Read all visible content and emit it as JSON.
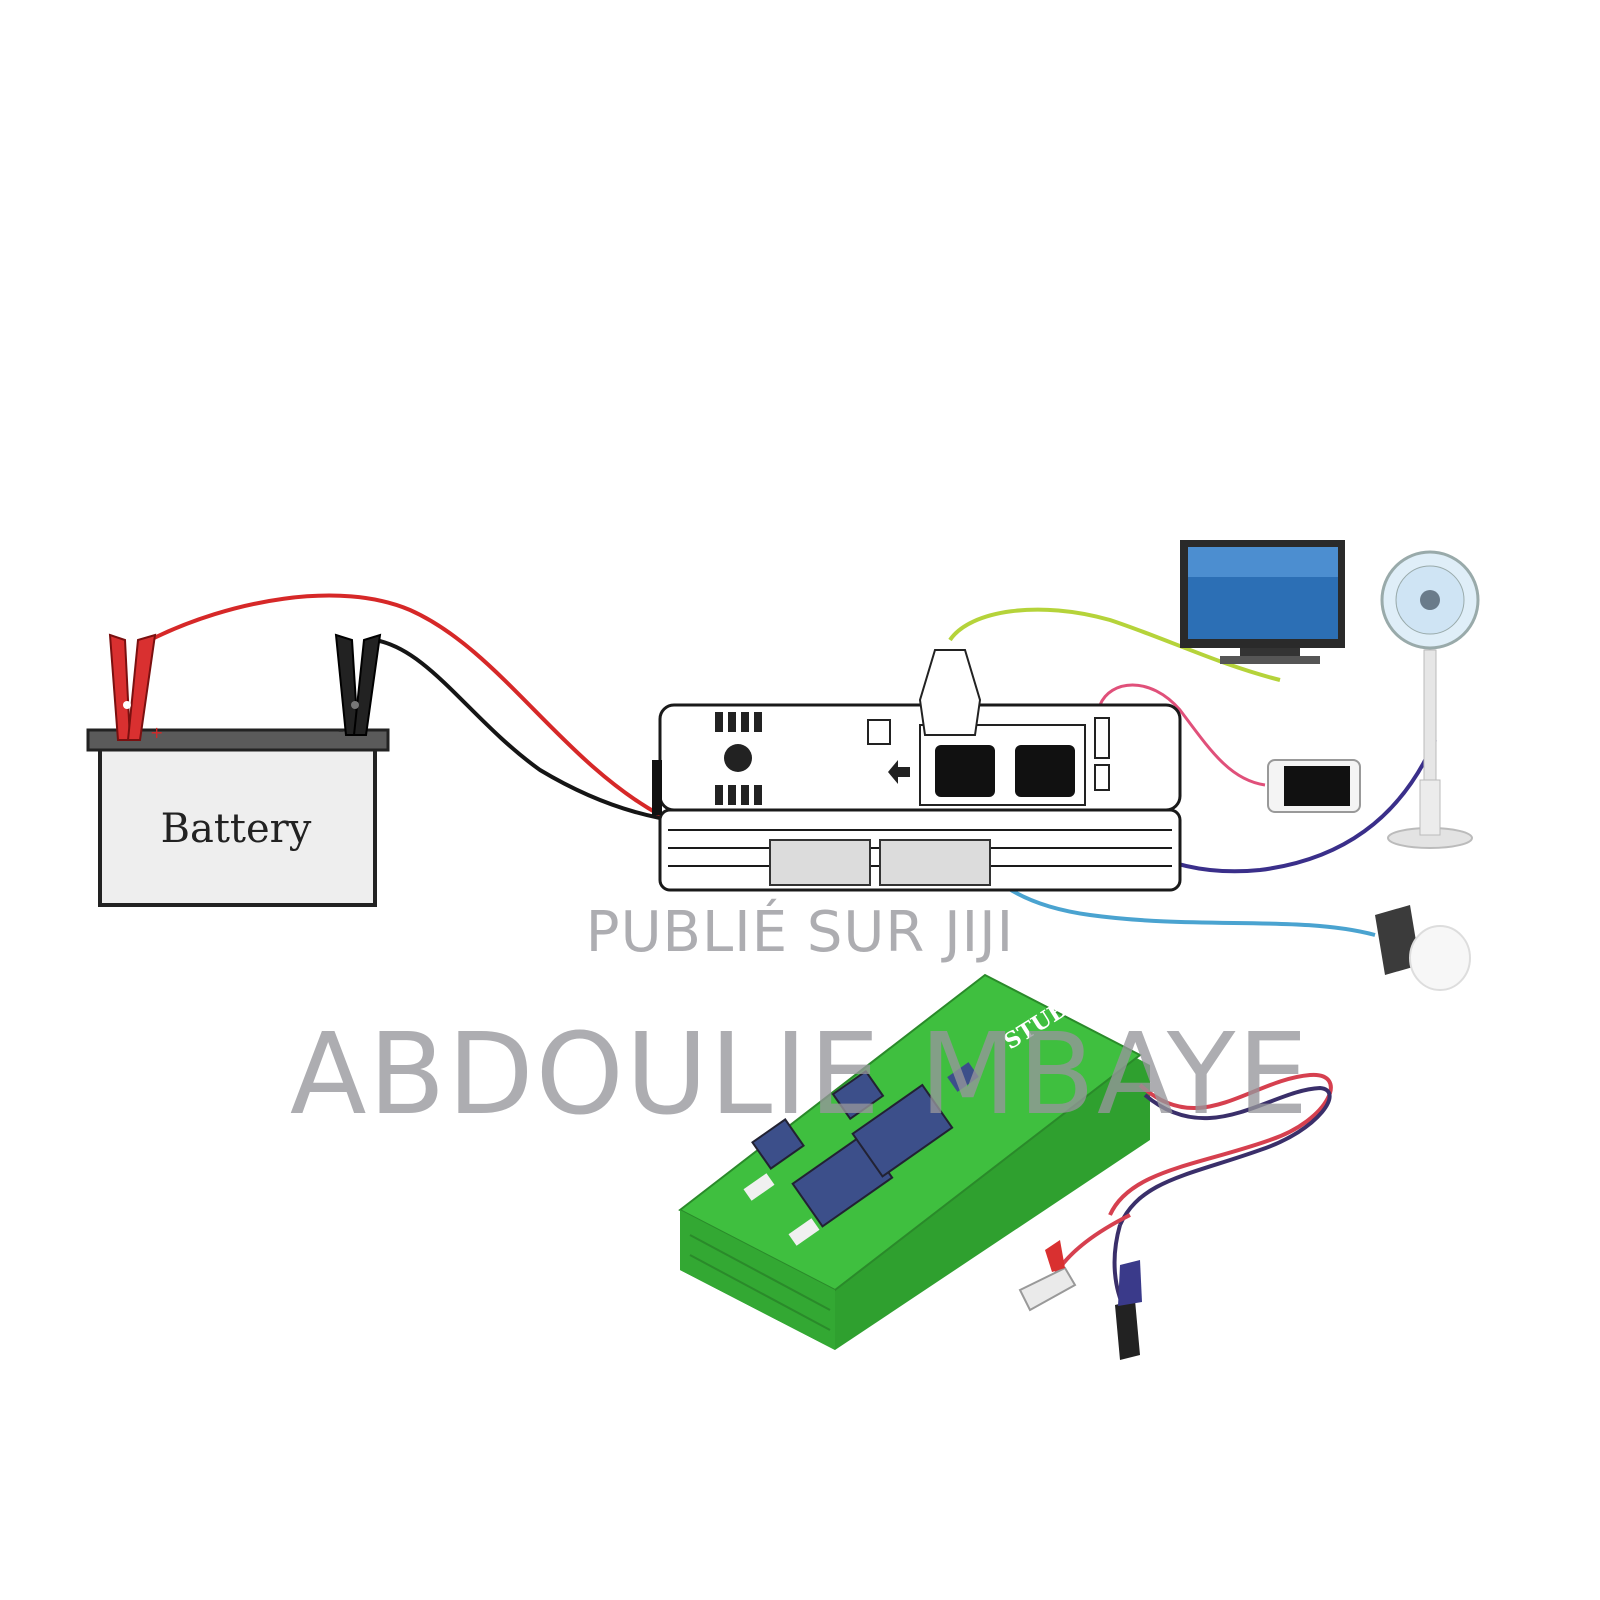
{
  "battery": {
    "label": "Battery",
    "positive_mark": "+",
    "negative_mark": "-"
  },
  "watermark": {
    "line1": "PUBLIÉ SUR JIJI",
    "line2": "ABDOULIE MBAYE"
  },
  "product": {
    "brand": "STUBBY"
  },
  "colors": {
    "red_wire": "#d62828",
    "black_wire": "#151515",
    "green_wire": "#b5d33a",
    "pink_wire": "#e0507a",
    "purple_wire": "#3a2f8a",
    "blue_wire": "#4aa3d0",
    "inverter_body": "#3fbf3f",
    "socket_blue": "#3c4f8a"
  },
  "icons": {
    "tv": "tv-icon",
    "phone": "phone-icon",
    "fan": "fan-icon",
    "bulb": "light-bulb-icon"
  }
}
